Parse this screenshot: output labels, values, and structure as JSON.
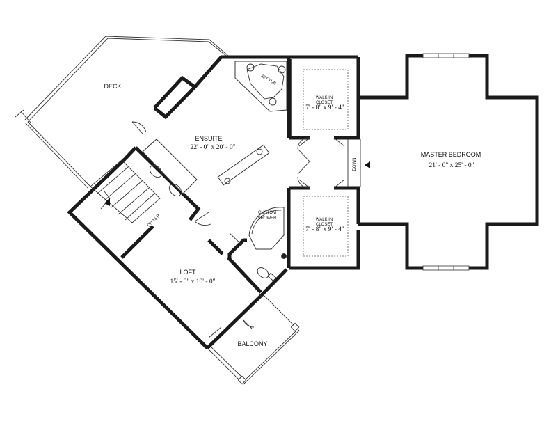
{
  "rooms": {
    "deck": {
      "name": "DECK"
    },
    "ensuite": {
      "name": "ENSUITE",
      "dims": "22' - 0\" x 20' - 0\""
    },
    "jet_tub": {
      "name": "JET TUB"
    },
    "walk_in_closet_top": {
      "name_line1": "WALK IN",
      "name_line2": "CLOSET",
      "dims": "7' - 8\" x 9' - 4\""
    },
    "walk_in_closet_bottom": {
      "name_line1": "WALK IN",
      "name_line2": "CLOSET",
      "dims": "7' - 8\" x 9' - 4\""
    },
    "master_bedroom": {
      "name": "MASTER BEDROOM",
      "dims": "21' - 0\" x 25' - 0\""
    },
    "custom_shower": {
      "name_line1": "CUSTOM",
      "name_line2": "SHOWER"
    },
    "loft": {
      "name": "LOFT",
      "dims": "15' - 0\" x 10' - 0\""
    },
    "balcony": {
      "name": "BALCONY"
    }
  },
  "annotations": {
    "stairs_label": "DN 15 R",
    "step_down_label": "DOWN"
  },
  "colors": {
    "wall": "#1a1a1a",
    "line": "#333333",
    "background": "#ffffff"
  }
}
